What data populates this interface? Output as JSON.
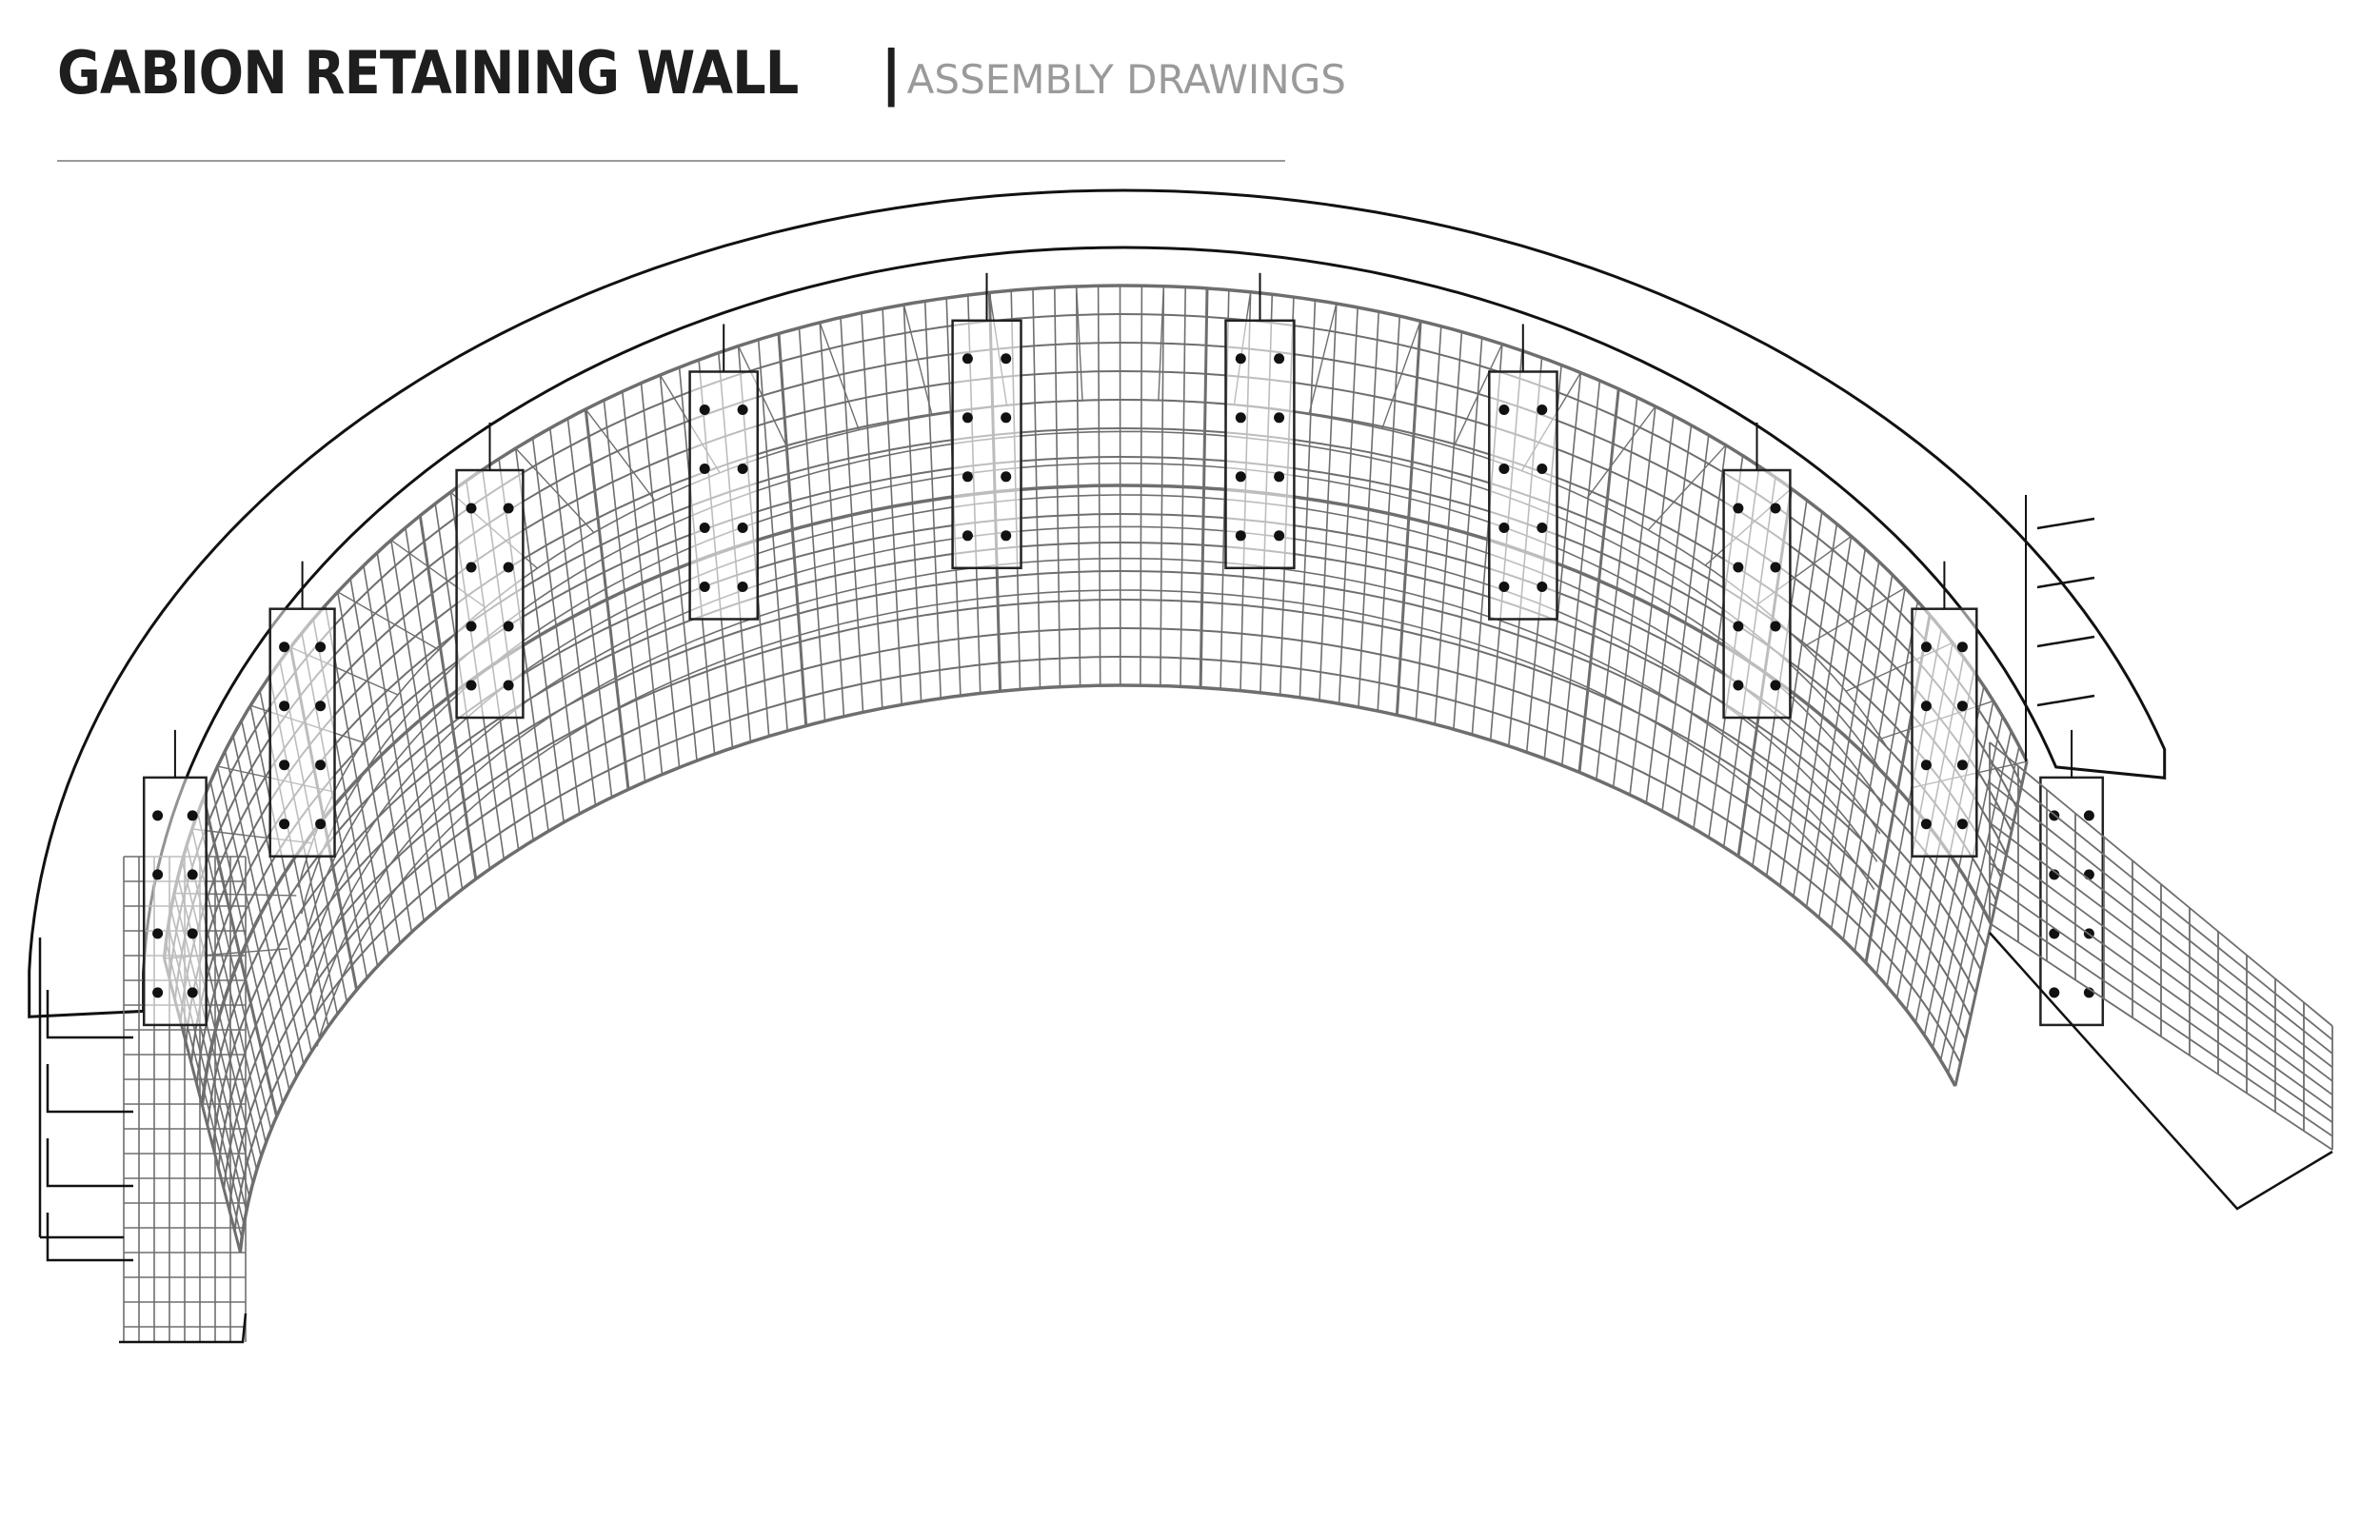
{
  "header": {
    "title": "GABION RETAINING WALL",
    "separator": "|",
    "subtitle": "ASSEMBLY DRAWINGS"
  },
  "colors": {
    "title": "#1e1e1e",
    "subtitle": "#9a9a9a",
    "rule": "#9a9a9a",
    "outline": "#111111",
    "mesh": "#6e6e6e",
    "plate": "#222222",
    "bolt": "#111111"
  },
  "drawing": {
    "name": "curved-gabion-retaining-wall-assembly",
    "plate_count": 10,
    "bolts_per_plate": 8
  }
}
